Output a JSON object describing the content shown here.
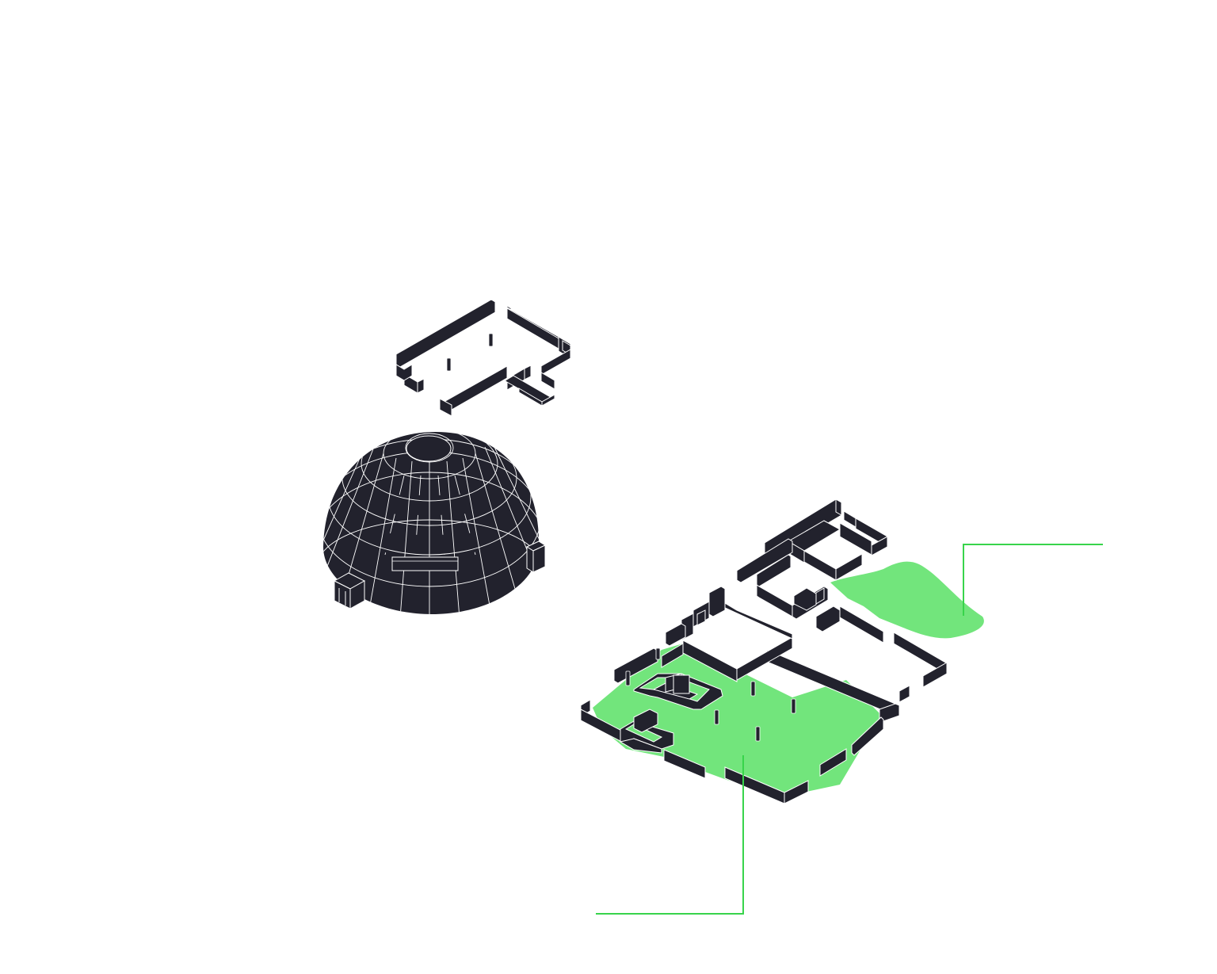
{
  "colors": {
    "background": "#ffffff",
    "wall_dark": "#22222d",
    "wall_outline": "#ffffff",
    "floor_green": "#72e57c",
    "leader_line": "#38d44b"
  },
  "diagram": {
    "view": "isometric",
    "elements": [
      "upper-floor-slab-outline",
      "geodesic-dome",
      "ground-floor-plan",
      "green-floor-area",
      "green-landscape-mound",
      "leader-line-bottom",
      "leader-line-right"
    ]
  }
}
